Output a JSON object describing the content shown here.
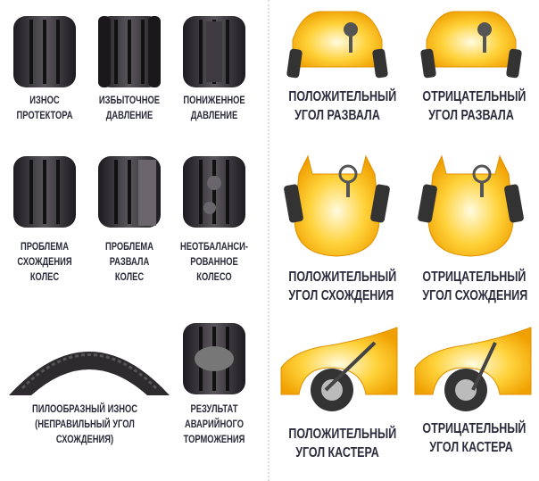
{
  "tire_labels": [
    {
      "lines": [
        "ИЗНОС",
        "ПРОТЕКТОРА"
      ]
    },
    {
      "lines": [
        "ИЗБЫТОЧНОЕ",
        "ДАВЛЕНИЕ"
      ]
    },
    {
      "lines": [
        "ПОНИЖЕННОЕ",
        "ДАВЛЕНИЕ"
      ]
    },
    {
      "lines": [
        "ПРОБЛЕМА",
        "СХОЖДЕНИЯ",
        "КОЛЕС"
      ]
    },
    {
      "lines": [
        "ПРОБЛЕМА",
        "РАЗВАЛА",
        "КОЛЕС"
      ]
    },
    {
      "lines": [
        "НЕОТБАЛАНСИ-",
        "РОВАННОЕ",
        "КОЛЕСО"
      ]
    },
    {
      "lines": [
        "ПИЛООБРАЗНЫЙ ИЗНОС",
        "(НЕПРАВИЛЬНЫЙ УГОЛ",
        "СХОЖДЕНИЯ)"
      ]
    },
    {
      "lines": [
        "РЕЗУЛЬТАТ",
        "АВАРИЙНОГО",
        "ТОРМОЖЕНИЯ"
      ]
    }
  ],
  "car_labels": [
    {
      "lines": [
        "ПОЛОЖИТЕЛЬНЫЙ",
        "УГОЛ РАЗВАЛА"
      ]
    },
    {
      "lines": [
        "ОТРИЦАТЕЛЬНЫЙ",
        "УГОЛ РАЗВАЛА"
      ]
    },
    {
      "lines": [
        "ПОЛОЖИТЕЛЬНЫЙ",
        "УГОЛ СХОЖДЕНИЯ"
      ]
    },
    {
      "lines": [
        "ОТРИЦАТЕЛЬНЫЙ",
        "УГОЛ СХОЖДЕНИЯ"
      ]
    },
    {
      "lines": [
        "ПОЛОЖИТЕЛЬНЫЙ",
        "УГОЛ КАСТЕРА"
      ]
    },
    {
      "lines": [
        "ОТРИЦАТЕЛЬНЫЙ",
        "УГОЛ КАСТЕРА"
      ]
    }
  ],
  "colors": {
    "car_body": "#f7b500",
    "car_light": "#fff3b0",
    "tire": "#2e2b2f",
    "text": "#2a2a3a"
  }
}
